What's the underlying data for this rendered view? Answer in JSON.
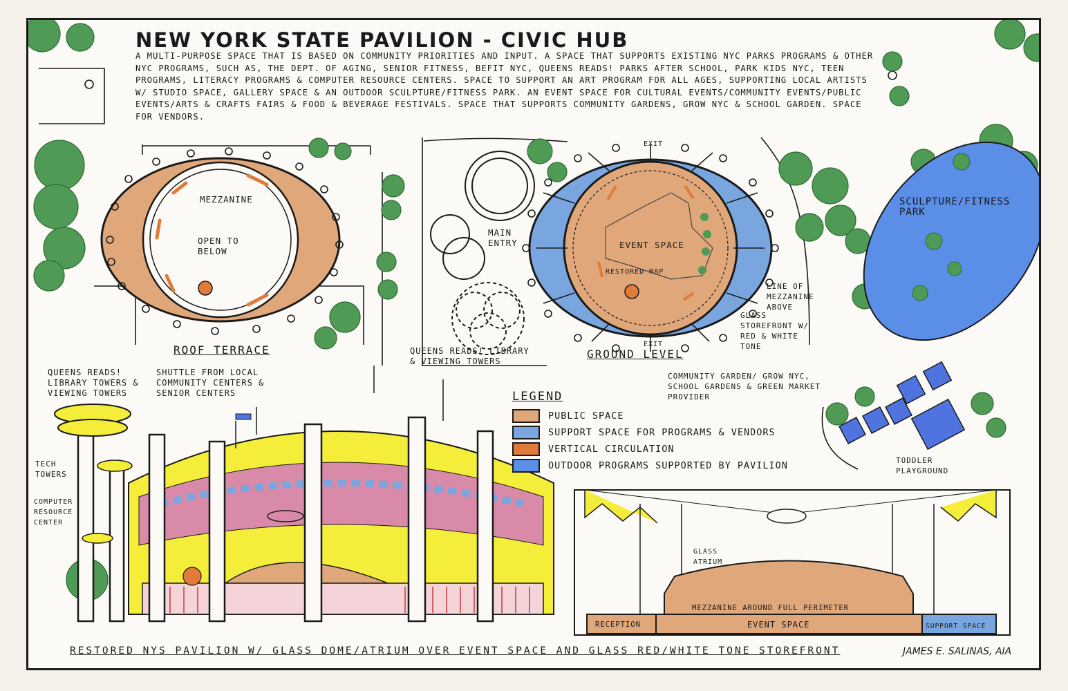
{
  "title": "NEW YORK STATE PAVILION - CIVIC HUB",
  "description": "A MULTI-PURPOSE SPACE THAT IS BASED ON COMMUNITY PRIORITIES AND INPUT. A SPACE THAT SUPPORTS EXISTING NYC PARKS PROGRAMS & OTHER NYC PROGRAMS, SUCH AS, THE DEPT. OF AGING, SENIOR FITNESS, BEFIT NYC, QUEENS READS! PARKS AFTER SCHOOL, PARK KIDS NYC, TEEN PROGRAMS, LITERACY PROGRAMS & COMPUTER RESOURCE CENTERS. SPACE TO SUPPORT AN ART PROGRAM FOR ALL AGES, SUPPORTING LOCAL ARTISTS W/ STUDIO SPACE, GALLERY SPACE & AN OUTDOOR SCULPTURE/FITNESS PARK. AN EVENT SPACE FOR CULTURAL EVENTS/COMMUNITY EVENTS/PUBLIC EVENTS/ARTS & CRAFTS FAIRS & FOOD & BEVERAGE FESTIVALS. SPACE THAT SUPPORTS COMMUNITY GARDENS, GROW NYC & SCHOOL GARDEN. SPACE FOR VENDORS.",
  "labels": {
    "mezzanine": "MEZZANINE",
    "open_to_below": "OPEN TO BELOW",
    "roof_terrace": "ROOF TERRACE",
    "exit_top": "EXIT",
    "exit_bottom": "EXIT",
    "main_entry": "MAIN ENTRY",
    "event_space": "EVENT SPACE",
    "restored_map": "RESTORED MAP",
    "line_of_mezzanine": "LINE OF MEZZANINE ABOVE",
    "glass_storefront": "GLASS STOREFRONT W/ RED & WHITE TONE",
    "ground_level": "GROUND LEVEL",
    "sculpture_park": "SCULPTURE/FITNESS PARK",
    "queens_reads_towers": "QUEENS READS! LIBRARY & VIEWING TOWERS",
    "queens_reads_left": "QUEENS READS! LIBRARY TOWERS & VIEWING TOWERS",
    "shuttle": "SHUTTLE FROM LOCAL COMMUNITY CENTERS & SENIOR CENTERS",
    "tech_towers": "TECH TOWERS",
    "computer_center": "COMPUTER RESOURCE CENTER",
    "community_garden": "COMMUNITY GARDEN/ GROW NYC, SCHOOL GARDENS & GREEN MARKET PROVIDER",
    "toddler_playground": "TODDLER PLAYGROUND",
    "glass_atrium": "GLASS ATRIUM",
    "mezzanine_perimeter": "MEZZANINE AROUND FULL PERIMETER",
    "reception": "RECEPTION",
    "section_event_space": "EVENT SPACE",
    "support_space": "SUPPORT SPACE"
  },
  "legend": {
    "title": "LEGEND",
    "items": [
      {
        "label": "PUBLIC SPACE",
        "color": "#e0a77a"
      },
      {
        "label": "SUPPORT SPACE FOR PROGRAMS & VENDORS",
        "color": "#7aa6e0"
      },
      {
        "label": "VERTICAL CIRCULATION",
        "color": "#e07b3a"
      },
      {
        "label": "OUTDOOR PROGRAMS SUPPORTED BY PAVILION",
        "color": "#5b8ee6"
      }
    ]
  },
  "footer": "RESTORED NYS PAVILION W/ GLASS DOME/ATRIUM OVER EVENT SPACE AND GLASS RED/WHITE TONE STOREFRONT",
  "signature": "JAMES E. SALINAS, AIA",
  "colors": {
    "public": "#e0a77a",
    "support": "#7aa6e0",
    "circulation": "#e07b3a",
    "outdoor": "#5b8ee6",
    "tree": "#4f9a55",
    "yellow": "#f4ee3a"
  }
}
